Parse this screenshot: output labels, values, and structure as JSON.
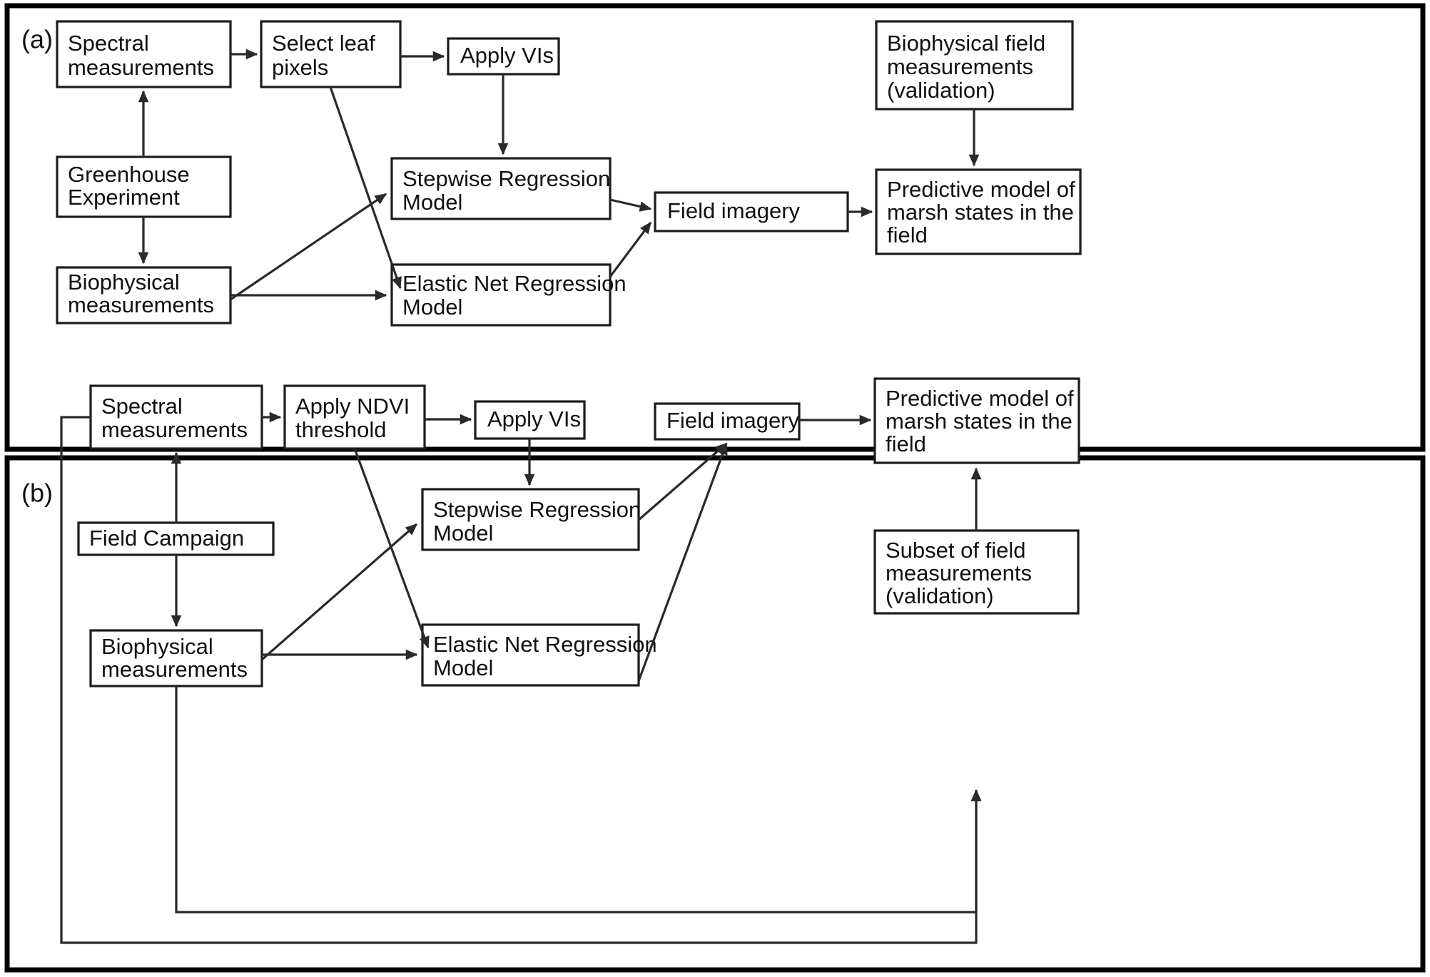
{
  "figure": {
    "type": "flowchart",
    "background": "#ffffff",
    "stroke_color": "#1c1c1c",
    "text_color": "#111111",
    "panels": [
      {
        "id": "a",
        "label": "(a)",
        "nodes": [
          {
            "id": "a_spectral",
            "lines": [
              "Spectral",
              "measurements"
            ]
          },
          {
            "id": "a_selectleaf",
            "lines": [
              "Select leaf",
              "pixels"
            ]
          },
          {
            "id": "a_applyvis",
            "lines": [
              "Apply VIs"
            ]
          },
          {
            "id": "a_greenhouse",
            "lines": [
              "Greenhouse",
              "Experiment"
            ]
          },
          {
            "id": "a_biophys",
            "lines": [
              "Biophysical",
              "measurements"
            ]
          },
          {
            "id": "a_stepwise",
            "lines": [
              "Stepwise Regression",
              "Model"
            ]
          },
          {
            "id": "a_elastic",
            "lines": [
              "Elastic Net Regression",
              "Model"
            ]
          },
          {
            "id": "a_fieldimg",
            "lines": [
              "Field imagery"
            ]
          },
          {
            "id": "a_biofield",
            "lines": [
              "Biophysical field",
              "measurements",
              "(validation)"
            ]
          },
          {
            "id": "a_predictive",
            "lines": [
              "Predictive model of",
              "marsh states in the",
              "field"
            ]
          }
        ],
        "edges": [
          {
            "from": "a_spectral",
            "to": "a_selectleaf"
          },
          {
            "from": "a_selectleaf",
            "to": "a_applyvis"
          },
          {
            "from": "a_applyvis",
            "to": "a_stepwise"
          },
          {
            "from": "a_greenhouse",
            "to": "a_spectral"
          },
          {
            "from": "a_greenhouse",
            "to": "a_biophys"
          },
          {
            "from": "a_selectleaf",
            "to": "a_elastic"
          },
          {
            "from": "a_biophys",
            "to": "a_stepwise"
          },
          {
            "from": "a_biophys",
            "to": "a_elastic"
          },
          {
            "from": "a_stepwise",
            "to": "a_fieldimg"
          },
          {
            "from": "a_elastic",
            "to": "a_fieldimg"
          },
          {
            "from": "a_fieldimg",
            "to": "a_predictive"
          },
          {
            "from": "a_biofield",
            "to": "a_predictive"
          }
        ]
      },
      {
        "id": "b",
        "label": "(b)",
        "nodes": [
          {
            "id": "b_spectral",
            "lines": [
              "Spectral",
              "measurements"
            ]
          },
          {
            "id": "b_ndvi",
            "lines": [
              "Apply NDVI",
              "threshold"
            ]
          },
          {
            "id": "b_applyvis",
            "lines": [
              "Apply VIs"
            ]
          },
          {
            "id": "b_campaign",
            "lines": [
              "Field Campaign"
            ]
          },
          {
            "id": "b_biophys",
            "lines": [
              "Biophysical",
              "measurements"
            ]
          },
          {
            "id": "b_stepwise",
            "lines": [
              "Stepwise Regression",
              "Model"
            ]
          },
          {
            "id": "b_elastic",
            "lines": [
              "Elastic Net Regression",
              "Model"
            ]
          },
          {
            "id": "b_fieldimg",
            "lines": [
              "Field imagery"
            ]
          },
          {
            "id": "b_subset",
            "lines": [
              "Subset of field",
              "measurements",
              "(validation)"
            ]
          },
          {
            "id": "b_predictive",
            "lines": [
              "Predictive model of",
              "marsh states in the",
              "field"
            ]
          }
        ],
        "edges": [
          {
            "from": "b_spectral",
            "to": "b_ndvi"
          },
          {
            "from": "b_ndvi",
            "to": "b_applyvis"
          },
          {
            "from": "b_applyvis",
            "to": "b_stepwise"
          },
          {
            "from": "b_campaign",
            "to": "b_spectral"
          },
          {
            "from": "b_campaign",
            "to": "b_biophys"
          },
          {
            "from": "b_ndvi",
            "to": "b_elastic"
          },
          {
            "from": "b_biophys",
            "to": "b_stepwise"
          },
          {
            "from": "b_biophys",
            "to": "b_elastic"
          },
          {
            "from": "b_stepwise",
            "to": "b_fieldimg"
          },
          {
            "from": "b_elastic",
            "to": "b_fieldimg"
          },
          {
            "from": "b_fieldimg",
            "to": "b_predictive"
          },
          {
            "from": "b_subset",
            "to": "b_predictive"
          },
          {
            "from": "b_spectral",
            "to": "b_subset",
            "style": "feedback-loop-outer"
          },
          {
            "from": "b_biophys",
            "to": "b_subset",
            "style": "feedback-loop-inner"
          }
        ]
      }
    ]
  }
}
